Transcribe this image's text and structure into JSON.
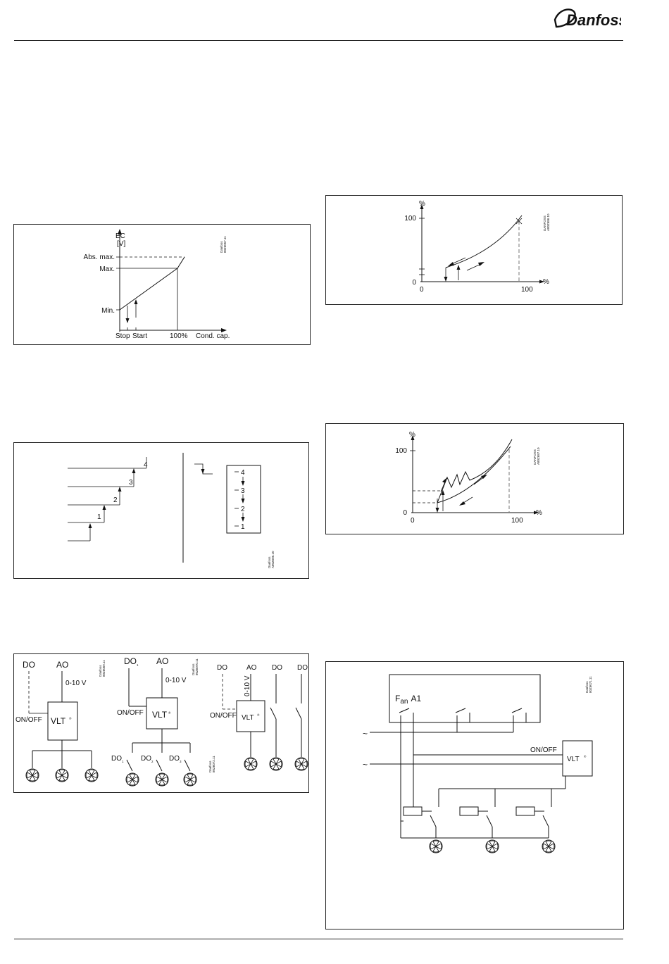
{
  "header": {
    "logo_text": "Danfoss"
  },
  "figure_ec_voltage": {
    "y_axis_label_line1": "EC",
    "y_axis_label_line2": "[V]",
    "label_abs_max": "Abs. max.",
    "label_max": "Max.",
    "label_min": "Min.",
    "label_stop": "Stop",
    "label_start": "Start",
    "label_100pct": "100%",
    "label_cond_cap": "Cond. cap.",
    "code_line1": "Danfoss",
    "code_line2": "80Z6057.11"
  },
  "figure_curve_1": {
    "y_unit": "%",
    "x_unit": "%",
    "y_100": "100",
    "y_0": "0",
    "x_0": "0",
    "x_100": "100",
    "code_line1": "DANFOSS",
    "code_line2": "A80Z686.10"
  },
  "figure_steps": {
    "step_1": "1",
    "step_2": "2",
    "step_3": "3",
    "step_4": "4",
    "list_4": "4",
    "list_3": "3",
    "list_2": "2",
    "list_1": "1",
    "code_line1": "Danfoss",
    "code_line2": "A80Z685.10"
  },
  "figure_curve_2": {
    "y_unit": "%",
    "x_unit": "%",
    "y_100": "100",
    "y_0": "0",
    "x_0": "0",
    "x_100": "100",
    "code_line1": "DANFOSS",
    "code_line2": "A80Z687.10"
  },
  "figure_vlt_configs": {
    "left": {
      "do": "DO",
      "ao": "AO",
      "volt": "0-10 V",
      "onoff": "ON/OFF",
      "vlt": "VLT",
      "reg": "®",
      "code_line1": "Danfoss",
      "code_line2": "80Z6069.11"
    },
    "middle": {
      "do": "DO",
      "do_sub": "1",
      "ao": "AO",
      "volt": "0-10 V",
      "onoff": "ON/OFF",
      "vlt": "VLT",
      "reg": "®",
      "do1": "DO",
      "do1_sub": "1",
      "do2": "DO",
      "do2_sub": "2",
      "do3": "DO",
      "do3_sub": "3",
      "code_line1": "Danfoss",
      "code_line2": "80Z6070.11",
      "code2_line1": "Danfoss",
      "code2_line2": "80Z6072.11"
    },
    "right": {
      "do": "DO",
      "ao": "AO",
      "volt": "0-10 V",
      "onoff": "ON/OFF",
      "vlt": "VLT",
      "reg": "®",
      "do_b": "DO",
      "do_c": "DO"
    }
  },
  "figure_relay_wiring": {
    "fan_label_f": "F",
    "fan_label_sub": "an",
    "fan_label_a1": "A1",
    "onoff": "ON/OFF",
    "vlt": "VLT",
    "reg": "®",
    "tilde": "~",
    "code_line1": "Danfoss",
    "code_line2": "80Z6071.11"
  }
}
